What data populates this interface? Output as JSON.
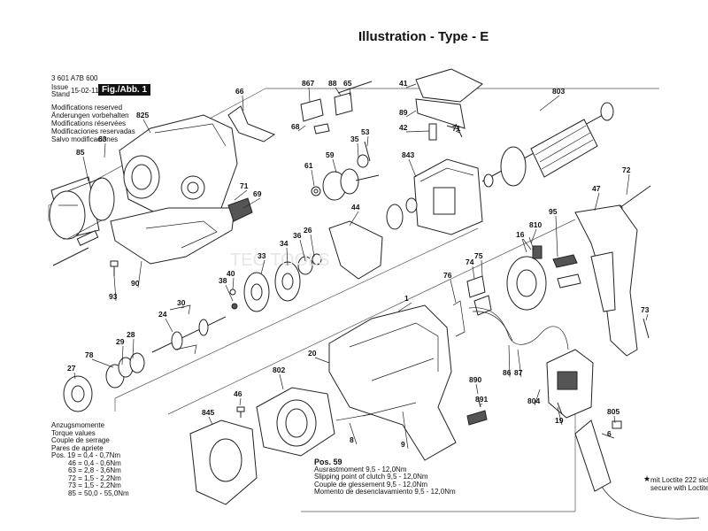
{
  "header": {
    "title": "Illustration - Type - E",
    "model_number": "3 601 A7B 600",
    "issue_label": "Issue",
    "stand_label": "Stand",
    "date": "15-02-11",
    "fig_label": "Fig./Abb. 1"
  },
  "notes": [
    "Modifications reserved",
    "Änderungen vorbehalten",
    "Modifications réservées",
    "Modificaciones reservadas",
    "Salvo modificaciones"
  ],
  "torque_notes": {
    "labels": [
      "Anzugsmomente",
      "Torque values",
      "Couple de serrage",
      "Pares de apriete"
    ],
    "rows": [
      "Pos. 19 =   0,4 -   0,7Nm",
      "46 =   0,4 -   0,6Nm",
      "63 =   2,8 -   3,6Nm",
      "72 =   1,5 -   2,2Nm",
      "73 =   1,5 -   2,2Nm",
      "85 = 50,0 - 55,0Nm"
    ]
  },
  "pos59_notes": {
    "heading": "Pos. 59",
    "rows": [
      "Ausrastmoment  9,5 - 12,0Nm",
      "Slipping point of clutch  9,5 - 12,0Nm",
      "Couple de glessement  9,5 - 12,0Nm",
      "Momento de desenclavamiento  9,5 - 12,0Nm"
    ]
  },
  "loctite_note": {
    "symbol": "★",
    "rows": [
      "mit Loctite 222 sichern",
      "secure with Loctite 222"
    ]
  },
  "part_labels": [
    "66",
    "867",
    "88",
    "65",
    "41",
    "803",
    "825",
    "68",
    "35",
    "53",
    "89",
    "42",
    "71",
    "63",
    "85",
    "61",
    "59",
    "843",
    "72",
    "71",
    "69",
    "44",
    "47",
    "810",
    "95",
    "26",
    "36",
    "34",
    "16",
    "74",
    "75",
    "33",
    "40",
    "38",
    "30",
    "1",
    "76",
    "24",
    "28",
    "29",
    "27",
    "78",
    "20",
    "802",
    "73",
    "46",
    "845",
    "8",
    "9",
    "890",
    "891",
    "86",
    "87",
    "804",
    "19",
    "805",
    "6",
    "90",
    "93"
  ],
  "watermark": "TEC  TOOLS"
}
